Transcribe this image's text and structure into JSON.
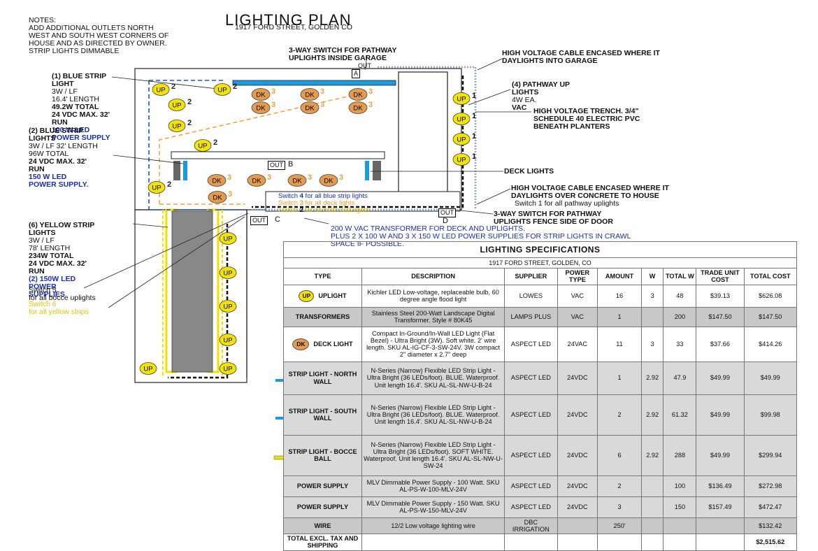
{
  "header": {
    "title": "LIGHTING PLAN",
    "address": "1917 FORD STREET, GOLDEN CO"
  },
  "notes": {
    "heading": "NOTES:",
    "lines": [
      "ADD ADDITIONAL OUTLETS NORTH",
      "WEST AND SOUTH WEST CORNERS OF",
      "HOUSE AND AS DIRECTED BY OWNER.",
      "STRIP LIGHTS DIMMABLE"
    ]
  },
  "plan": {
    "uplight_label": "UP",
    "deck_label": "DK",
    "switch_numbers": {
      "blue": "2",
      "orange": "3",
      "black": "1"
    },
    "outlets": {
      "a": "OUT",
      "a_letter": "A",
      "b": "OUT",
      "b_letter": "B",
      "c": "OUT",
      "c_letter": "C",
      "d": "OUT",
      "d_letter": "D"
    },
    "switch_legend": [
      {
        "prefix": "Switch ",
        "num": "4",
        "suffix": " for all blue strip lights",
        "color": "blue"
      },
      {
        "prefix": "Switch ",
        "num": "3",
        "suffix": " for all deck lights",
        "color": "orange"
      },
      {
        "prefix": "Switch ",
        "num": "2",
        "suffix": " for all north wall lights",
        "color": "yellow"
      }
    ],
    "switch5": [
      "Switch 5",
      "for all bocce uplights"
    ],
    "switch6": [
      "Switch 6",
      "for all yellow strips"
    ],
    "switch1": "Switch 1 for all pathway uplights"
  },
  "annotations": {
    "blue_strip_north": [
      "(1) BLUE STRIP",
      "LIGHT",
      "3W / LF",
      "16.4' LENGTH",
      "49.2W TOTAL",
      "24 VDC MAX. 32'",
      "RUN",
      "100 W LED",
      "POWER SUPPLY"
    ],
    "blue_strip_south": [
      "(2) BLUE STRIP",
      "LIGHTS",
      "3W / LF 32' LENGTH",
      "96W TOTAL",
      "24 VDC MAX. 32'",
      "RUN",
      "150 W LED",
      "POWER SUPPLY."
    ],
    "yellow_strip": [
      "(6) YELLOW STRIP",
      "LIGHTS",
      "3W / LF",
      "78' LENGTH",
      "234W TOTAL",
      "24 VDC MAX. 32'",
      "RUN",
      "(2) 150W LED",
      "POWER",
      "SUPPLIES"
    ],
    "three_way_garage": [
      "3-WAY SWITCH FOR PATHWAY",
      "UPLIGHTS INSIDE GARAGE"
    ],
    "hv_garage": [
      "HIGH VOLTAGE CABLE ENCASED WHERE IT",
      "DAYLIGHTS INTO GARAGE"
    ],
    "pathway_up": [
      "(4) PATHWAY UP",
      "LIGHTS",
      "4W EA.",
      "VAC"
    ],
    "hv_trench": [
      "HIGH VOLTAGE TRENCH. 3/4\"",
      "SCHEDULE 40 ELECTRIC PVC",
      "BENEATH PLANTERS"
    ],
    "deck_lights": "DECK LIGHTS",
    "hv_house": [
      "HIGH VOLTAGE CABLE ENCASED WHERE IT",
      "DAYLIGHTS OVER CONCRETE TO HOUSE"
    ],
    "three_way_fence": [
      "3-WAY SWITCH FOR PATHWAY",
      "UPLIGHTS FENCE SIDE OF DOOR"
    ],
    "transformer_note": [
      "200 W VAC TRANSFORMER FOR DECK AND UPLIGHTS.",
      "PLUS 2 X 100 W and 3 X 150 W LED POWER SUPPLIES FOR STRIP LIGHTS IN CRAWL",
      "SPACE IF POSSIBLE."
    ]
  },
  "specs": {
    "caption": "LIGHTING SPECIFICATIONS",
    "address": "1917 FORD STREET, GOLDEN, CO",
    "columns": [
      "TYPE",
      "DESCRIPTION",
      "SUPPLIER",
      "POWER TYPE",
      "AMOUNT",
      "W",
      "TOTAL W",
      "TRADE UNIT COST",
      "TOTAL COST"
    ],
    "rows": [
      {
        "type": "UPLIGHT",
        "badge": "UP",
        "description": "Kichler LED Low-voltage, replaceable bulb, 60 degree angle flood light",
        "supplier": "LOWES",
        "power": "VAC",
        "amount": "16",
        "w": "3",
        "total_w": "48",
        "unit_cost": "$39.13",
        "total_cost": "$626.08"
      },
      {
        "type": "TRANSFORMERS",
        "badge": "",
        "description": "Stainless Steel 200-Watt Landscape Digital Transformer. Style # 80K45",
        "supplier": "LAMPS PLUS",
        "power": "VAC",
        "amount": "1",
        "w": "",
        "total_w": "200",
        "unit_cost": "$147.50",
        "total_cost": "$147.50"
      },
      {
        "type": "DECK LIGHT",
        "badge": "DK",
        "description": "Compact In-Ground/In-Wall LED Light (Flat Bezel) - Ultra Bright (3W). Soft white. 2' wire length. SKU AL-IG-CF-3-SW-24V. 3W compact 2\" diameter x 2.7\" deep",
        "supplier": "ASPECT LED",
        "power": "24VAC",
        "amount": "11",
        "w": "3",
        "total_w": "33",
        "unit_cost": "$37.66",
        "total_cost": "$414.26"
      },
      {
        "type": "STRIP LIGHT - NORTH WALL",
        "badge": "",
        "description": "N-Series (Narrow) Flexible LED Strip Light - Ultra Bright (36 LEDs/foot). BLUE. Waterproof. Unit length 16.4'. SKU AL-SL-NW-U-B-24",
        "supplier": "ASPECT LED",
        "power": "24VDC",
        "amount": "1",
        "w": "2.92",
        "total_w": "47.9",
        "unit_cost": "$49.99",
        "total_cost": "$49.99"
      },
      {
        "type": "STRIP LIGHT - SOUTH WALL",
        "badge": "",
        "description": "N-Series (Narrow) Flexible LED Strip Light - Ultra Bright (36 LEDs/foot). BLUE. Waterproof. Unit length 16.4'. SKU AL-SL-NW-U-B-24",
        "supplier": "ASPECT LED",
        "power": "24VDC",
        "amount": "2",
        "w": "2.92",
        "total_w": "61.32",
        "unit_cost": "$49.99",
        "total_cost": "$99.98"
      },
      {
        "type": "STRIP LIGHT - BOCCE BALL",
        "badge": "",
        "description": "N-Series (Narrow) Flexible LED Strip Light - Ultra Bright (36 LEDs/foot). SOFT WHITE. Waterproof. Unit length 16.4'. SKU AL-SL-NW-U-SW-24",
        "supplier": "ASPECT LED",
        "power": "24VDC",
        "amount": "6",
        "w": "2.92",
        "total_w": "288",
        "unit_cost": "$49.99",
        "total_cost": "$299.94"
      },
      {
        "type": "POWER SUPPLY",
        "badge": "",
        "description": "MLV Dimmable Power Supply - 100 Watt. SKU AL-PS-W-100-MLV-24V",
        "supplier": "ASPECT LED",
        "power": "24VDC",
        "amount": "2",
        "w": "",
        "total_w": "100",
        "unit_cost": "$136.49",
        "total_cost": "$272.98"
      },
      {
        "type": "POWER SUPPLY",
        "badge": "",
        "description": "MLV Dimmable Power Supply - 150 Watt. SKU AL-PS-W-150-MLV-24V",
        "supplier": "ASPECT LED",
        "power": "24VDC",
        "amount": "3",
        "w": "",
        "total_w": "150",
        "unit_cost": "$157.49",
        "total_cost": "$472.47"
      },
      {
        "type": "WIRE",
        "badge": "",
        "description": "12/2 Low voltage lighting wire",
        "supplier": "DBC IRRIGATION",
        "power": "",
        "amount": "250'",
        "w": "",
        "total_w": "",
        "unit_cost": "",
        "total_cost": "$132.42"
      },
      {
        "type": "TOTAL EXCL. TAX AND SHIPPING",
        "badge": "",
        "description": "",
        "supplier": "",
        "power": "",
        "amount": "",
        "w": "",
        "total_w": "",
        "unit_cost": "",
        "total_cost": "$2,515.62"
      }
    ]
  },
  "colors": {
    "uplight": "#f3e300",
    "deck": "#e59b4c",
    "blue": "#1a55c8",
    "orange": "#f0a040",
    "yellow": "#f0e000",
    "conduit": "#8aa6d6"
  }
}
